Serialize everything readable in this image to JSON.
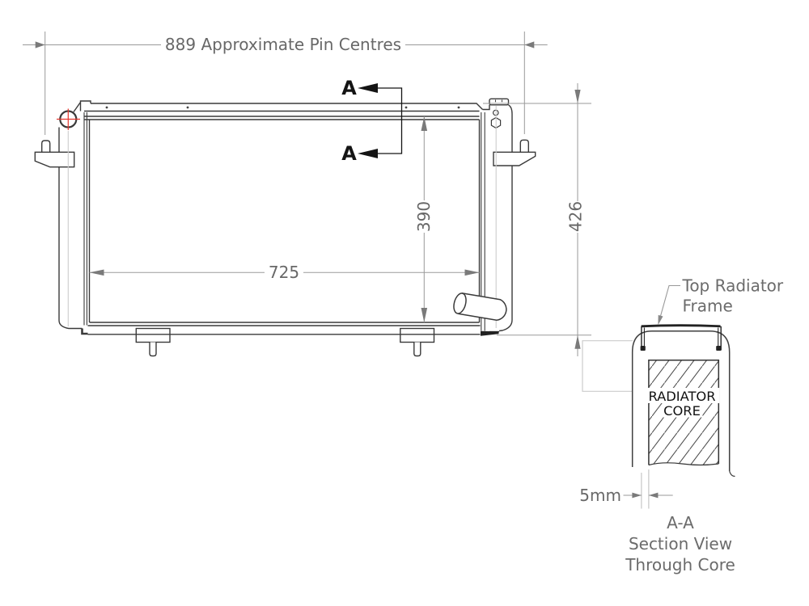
{
  "diagram": {
    "dimensions": {
      "pin_centres": "889 Approximate Pin Centres",
      "core_width": "725",
      "core_height": "390",
      "overall_height": "426",
      "frame_core_gap": "5mm"
    },
    "section": {
      "marker": "A",
      "caption_line1": "A-A",
      "caption_line2": "Section View",
      "caption_line3": "Through Core"
    },
    "detail": {
      "leader_line1": "Top Radiator",
      "leader_line2": "Frame",
      "core_label_line1": "RADIATOR",
      "core_label_line2": "CORE"
    },
    "colors": {
      "outline": "#3a3a3a",
      "dim_line": "#9a9a9a",
      "dim_text": "#686868",
      "section_mark": "#141414",
      "centre_mark_red": "#e6372e",
      "construction": "#cccccc"
    }
  }
}
